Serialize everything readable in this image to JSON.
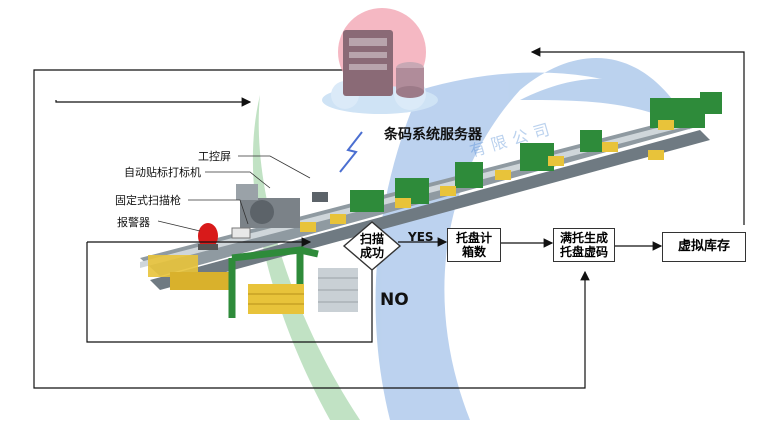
{
  "server": {
    "label": "条码系统服务器"
  },
  "devices": {
    "industrial_screen": "工控屏",
    "auto_labeler": "自动贴标打标机",
    "fixed_scanner": "固定式扫描枪",
    "alarm": "报警器"
  },
  "flow": {
    "decision": {
      "line1": "扫描",
      "line2": "成功"
    },
    "yes": "YES",
    "no": "NO",
    "count_box": {
      "line1": "托盘计",
      "line2": "箱数"
    },
    "pallet_code_box": {
      "line1": "满托生成",
      "line2": "托盘虚码"
    },
    "inventory_box": {
      "line1": "虚拟库存"
    }
  },
  "watermark": "有限公司",
  "colors": {
    "conveyor_green": "#2e8b3a",
    "cargo_yellow": "#e8c33a",
    "alarm_red": "#d81a1a",
    "server_glow": "#f2a6b4",
    "cloud": "#cfe3f5",
    "watermark_blue": "#3f7fd0",
    "watermark_green": "#4fae5a"
  }
}
